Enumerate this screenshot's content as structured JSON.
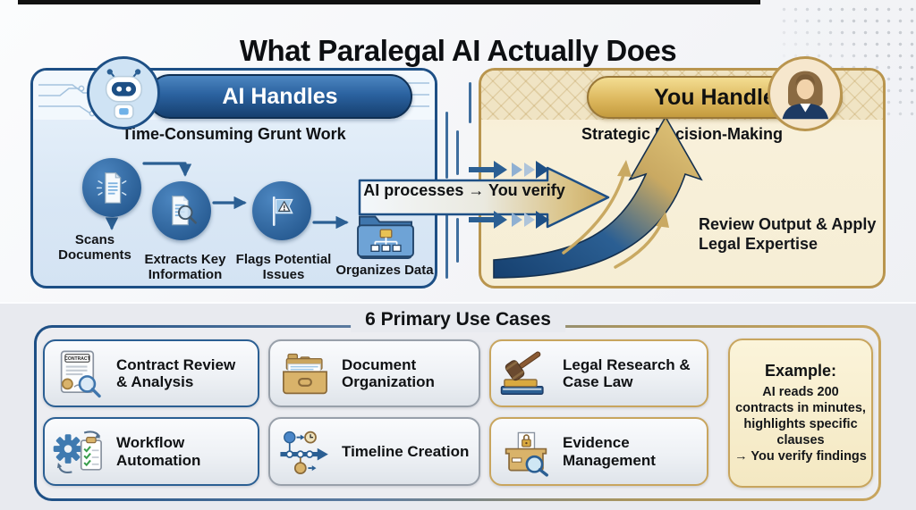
{
  "title": "What Paralegal AI Actually Does",
  "ai_panel": {
    "badge": "AI Handles",
    "avatar_icon": "robot-icon",
    "subtitle": "Time-Consuming Grunt Work",
    "steps": [
      {
        "label": "Scans Documents",
        "icon": "scanned-document-icon"
      },
      {
        "label": "Extracts Key Information",
        "icon": "document-magnifier-icon"
      },
      {
        "label": "Flags Potential Issues",
        "icon": "warning-flag-icon"
      },
      {
        "label": "Organizes Data",
        "icon": "folder-hierarchy-icon"
      }
    ]
  },
  "flow": {
    "label": "AI processes → You verify"
  },
  "you_panel": {
    "badge": "You Handle",
    "avatar_icon": "professional-woman-icon",
    "subtitle": "Strategic Decision-Making",
    "note": "Review Output & Apply Legal Expertise"
  },
  "use_cases": {
    "title": "6 Primary Use Cases",
    "cards": [
      {
        "label": "Contract Review & Analysis",
        "icon": "contract-magnifier-icon",
        "icon_text": "CONTRACT",
        "accent": "#2b5f93"
      },
      {
        "label": "Document Organization",
        "icon": "file-drawer-icon",
        "accent": "#98a0aa"
      },
      {
        "label": "Legal Research & Case Law",
        "icon": "gavel-books-icon",
        "accent": "#c8a55e"
      },
      {
        "label": "Workflow Automation",
        "icon": "gear-checklist-icon",
        "accent": "#2b5f93"
      },
      {
        "label": "Timeline Creation",
        "icon": "timeline-icon",
        "accent": "#98a0aa"
      },
      {
        "label": "Evidence Management",
        "icon": "evidence-box-icon",
        "accent": "#c8a55e"
      }
    ],
    "example": {
      "heading": "Example:",
      "body": "AI reads 200 contracts in minutes, highlights specific clauses\n→ You verify findings"
    }
  },
  "colors": {
    "navy": "#1d4f85",
    "blue": "#2b5f93",
    "gold": "#c8a55e",
    "cream": "#f7efd8",
    "light_blue": "#dcebf7",
    "bottom_band": "#e8eaef"
  }
}
